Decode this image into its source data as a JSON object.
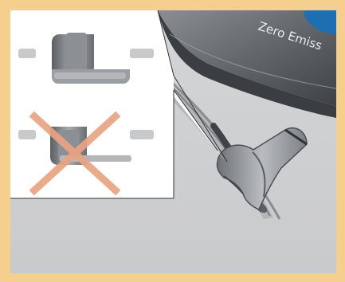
{
  "frame": {
    "background_color": "#f5cf8e",
    "panel_color": "#d9d9da"
  },
  "car_body": {
    "badge_text": "Zero Emiss"
  },
  "inset": {
    "correct_example": {
      "state": "correct"
    },
    "incorrect_example": {
      "state": "incorrect",
      "cross_color": "#e9a383"
    }
  }
}
